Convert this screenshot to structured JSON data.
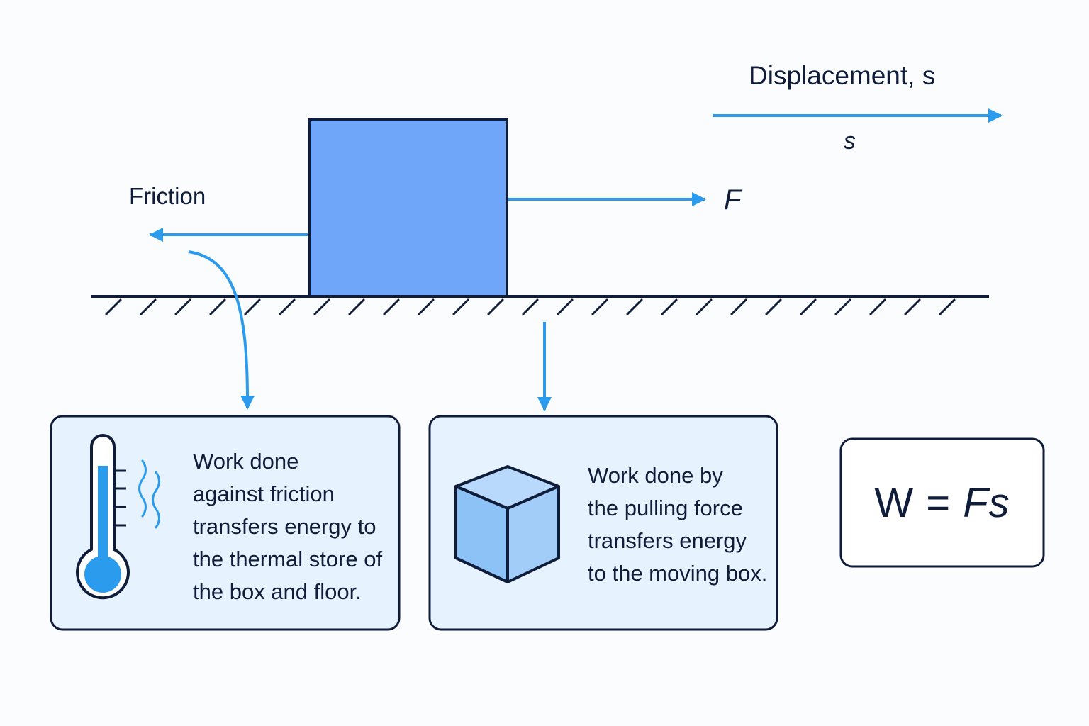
{
  "labels": {
    "displacement": "Displacement, s",
    "s": "s",
    "friction": "Friction",
    "force": "F"
  },
  "cards": {
    "thermal": {
      "lines": [
        "Work done",
        "against friction",
        "transfers energy to",
        "the thermal store of",
        "the box and floor."
      ]
    },
    "kinetic": {
      "lines": [
        "Work done by",
        "the pulling force",
        "transfers energy",
        "to the moving box."
      ]
    }
  },
  "formula": {
    "lhs": "W",
    "eq": " = ",
    "rhs": "Fs"
  },
  "icons": [
    "thermometer-icon",
    "heat-waves-icon",
    "cube-icon"
  ],
  "colors": {
    "box_fill": "#6fa6fa",
    "arrow": "#2b9bee",
    "outline": "#0f1d3a",
    "card_fill": "#e6f2fd",
    "cube_front": "#8dc2f7",
    "cube_top": "#b8d9fb",
    "cube_side": "#a2cdf9"
  }
}
